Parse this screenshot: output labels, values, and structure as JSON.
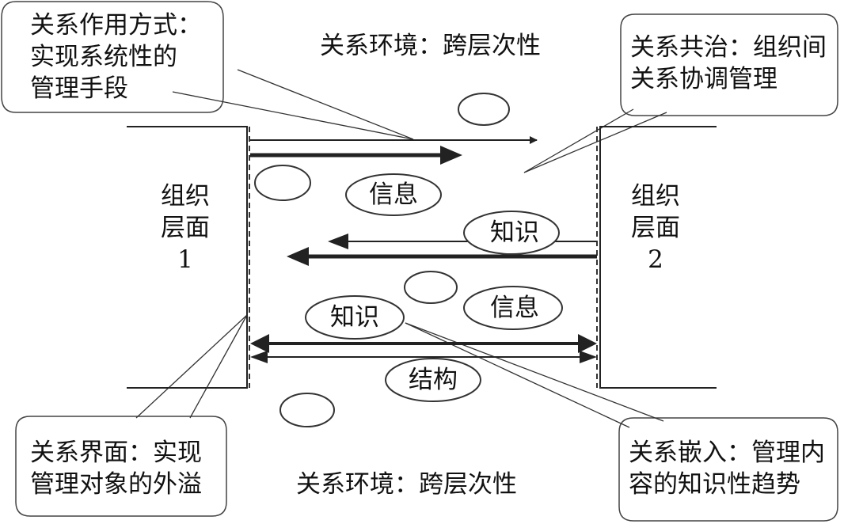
{
  "callouts": {
    "top_left": "关系作用方式：\n实现系统性的\n管理手段",
    "top_right": "关系共治：组织间\n关系协调管理",
    "bottom_left": "关系界面：实现\n管理对象的外溢",
    "bottom_right": "关系嵌入：管理内\n容的知识性趋势"
  },
  "environment": {
    "top": "关系环境：跨层次性",
    "bottom": "关系环境：跨层次性"
  },
  "org_left": {
    "line1": "组织",
    "line2": "层面",
    "line3": "1"
  },
  "org_right": {
    "line1": "组织",
    "line2": "层面",
    "line3": "2"
  },
  "ellipses": {
    "info_top": "信息",
    "knowledge_right": "知识",
    "info_mid": "信息",
    "knowledge_left": "知识",
    "structure": "结构"
  }
}
